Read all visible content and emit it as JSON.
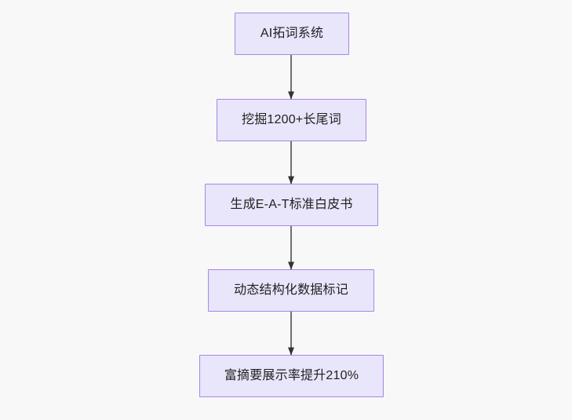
{
  "diagram": {
    "type": "flowchart",
    "direction": "top-to-bottom",
    "background_color": "#f8f8f8",
    "node_fill_color": "#e9e5fa",
    "node_border_color": "#a886e8",
    "node_text_color": "#1f2020",
    "edge_color": "#707070",
    "arrowhead_color": "#333333",
    "nodes": [
      {
        "id": "n1",
        "label": "AI拓词系统"
      },
      {
        "id": "n2",
        "label": "挖掘1200+长尾词"
      },
      {
        "id": "n3",
        "label": "生成E-A-T标准白皮书"
      },
      {
        "id": "n4",
        "label": "动态结构化数据标记"
      },
      {
        "id": "n5",
        "label": "富摘要展示率提升210%"
      }
    ],
    "edges": [
      {
        "from": "n1",
        "to": "n2",
        "label": ""
      },
      {
        "from": "n2",
        "to": "n3",
        "label": ""
      },
      {
        "from": "n3",
        "to": "n4",
        "label": ""
      },
      {
        "from": "n4",
        "to": "n5",
        "label": ""
      }
    ]
  }
}
